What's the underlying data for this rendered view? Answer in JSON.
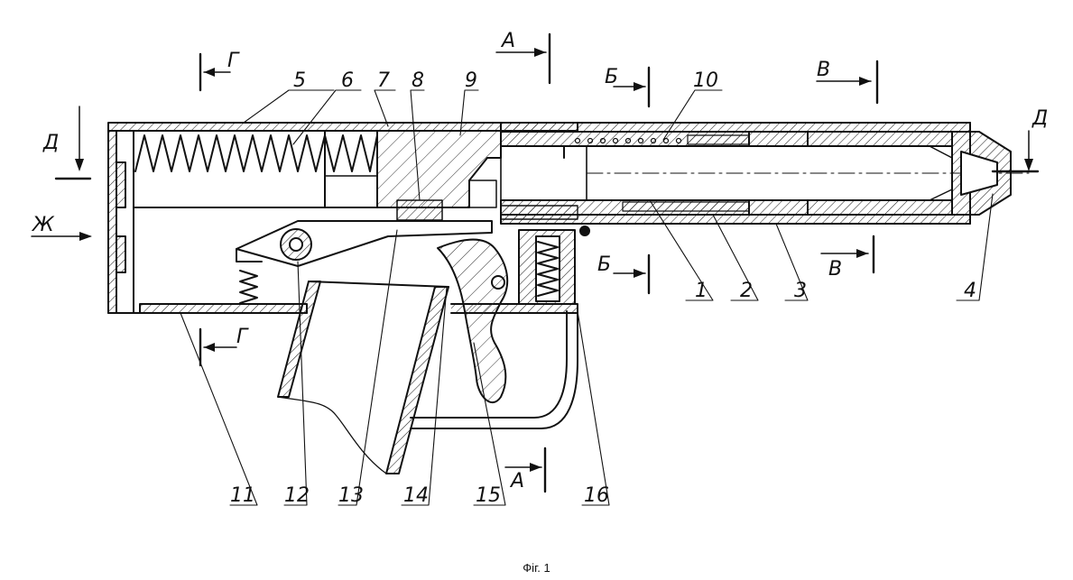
{
  "caption": "Фіг. 1",
  "sections": {
    "a": "А",
    "b": "Б",
    "v": "В",
    "g": "Г",
    "d": "Д",
    "zh": "Ж"
  },
  "labels": {
    "l1": "1",
    "l2": "2",
    "l3": "3",
    "l4": "4",
    "l5": "5",
    "l6": "6",
    "l7": "7",
    "l8": "8",
    "l9": "9",
    "l10": "10",
    "l11": "11",
    "l12": "12",
    "l13": "13",
    "l14": "14",
    "l15": "15",
    "l16": "16"
  }
}
